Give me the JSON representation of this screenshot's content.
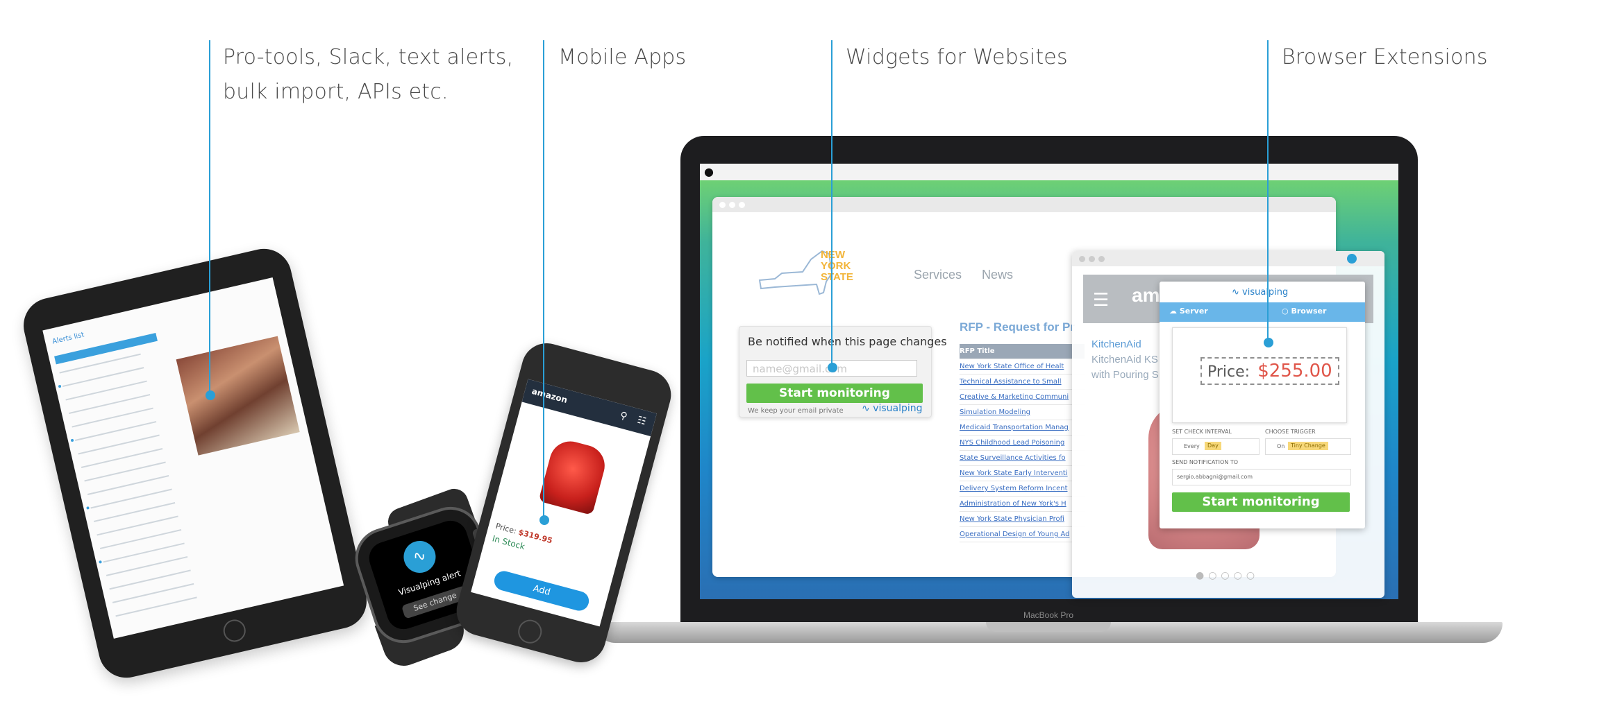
{
  "callouts": [
    {
      "lines": [
        "Pro-tools, Slack, text alerts,",
        "bulk import, APIs etc."
      ]
    },
    {
      "lines": [
        "Mobile Apps"
      ]
    },
    {
      "lines": [
        "Widgets for Websites"
      ]
    },
    {
      "lines": [
        "Browser Extensions"
      ]
    }
  ],
  "colors": {
    "accent": "#2a9fd6",
    "monitor_button": "#62c04a",
    "price": "#e0564a"
  },
  "laptop": {
    "brand": "MacBook Pro",
    "nys_logo_text": [
      "NEW",
      "YORK",
      "STATE"
    ],
    "nav": [
      "Services",
      "News"
    ],
    "widget": {
      "label": "Be notified when this page changes",
      "email_placeholder": "name@gmail.com",
      "button": "Start monitoring",
      "footer": "We keep your email private",
      "brand": "visualping"
    },
    "rfp": {
      "title": "RFP - Request for Pr",
      "header": "RFP Title",
      "rows": [
        "New York State Office of Healt",
        "Technical Assistance to Small",
        "Creative & Marketing Communi",
        "Simulation Modeling",
        "Medicaid Transportation Manag",
        "NYS Childhood Lead Poisoning",
        "State Surveillance Activities fo",
        "New York State Early Interventi",
        "Delivery System Reform Incent",
        "Administration of New York's H",
        "New York State Physician Profi",
        "Operational Design of Young Ad"
      ]
    },
    "amazon": {
      "logo": "ama",
      "product_lines": [
        "KitchenAid",
        "KitchenAid KS",
        "with Pouring S"
      ]
    },
    "extension": {
      "brand": "visualping",
      "tabs": [
        "Server",
        "Browser"
      ],
      "price_label": "Price:",
      "price_value": "$255.00",
      "interval_label": "SET CHECK INTERVAL",
      "interval_prefix": "Every",
      "interval_value": "Day",
      "trigger_label": "CHOOSE TRIGGER",
      "trigger_prefix": "On",
      "trigger_value": "Tiny Change",
      "notify_label": "SEND NOTIFICATION TO",
      "notify_email": "sergio.abbagni@gmail.com",
      "button": "Start monitoring"
    }
  },
  "tablet": {
    "app_title": "Alerts list"
  },
  "watch": {
    "text": "Visualping alert",
    "button": "See change"
  },
  "phone": {
    "logo": "amazon",
    "price_label": "Price:",
    "price_value": "$319.95",
    "stock": "In Stock",
    "button": "Add"
  }
}
